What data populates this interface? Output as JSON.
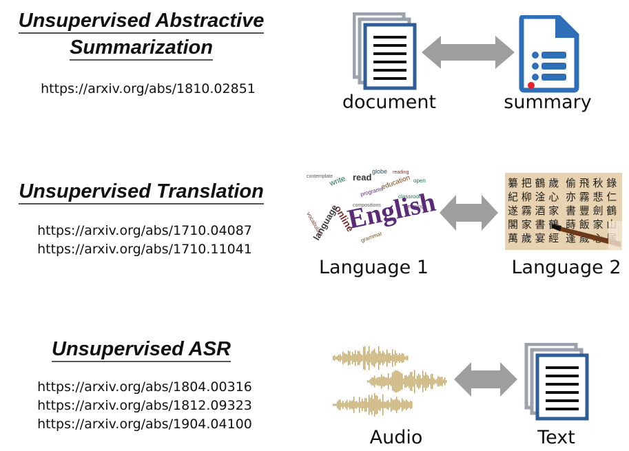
{
  "rows": [
    {
      "title_line1": "Unsupervised Abstractive",
      "title_line2": "Summarization",
      "links": [
        "https://arxiv.org/abs/1810.02851"
      ],
      "left_caption": "document",
      "right_caption": "summary"
    },
    {
      "title": "Unsupervised Translation",
      "links": [
        "https://arxiv.org/abs/1710.04087",
        "https://arxiv.org/abs/1710.11041"
      ],
      "left_caption": "Language 1",
      "right_caption": "Language 2",
      "word_cloud": {
        "main_word": "English",
        "words": [
          "write",
          "read",
          "online",
          "language",
          "education",
          "classroom",
          "globe",
          "programs",
          "vocabulary",
          "grammar",
          "open",
          "contemplate",
          "compositions",
          "reading",
          "learning"
        ]
      },
      "colors": {
        "main_word": "#5b2b7a",
        "accent": "#1f6b4e"
      }
    },
    {
      "title": "Unsupervised ASR",
      "links": [
        "https://arxiv.org/abs/1804.00316",
        "https://arxiv.org/abs/1812.09323",
        "https://arxiv.org/abs/1904.04100"
      ],
      "left_caption": "Audio",
      "right_caption": "Text"
    }
  ],
  "colors": {
    "arrow": "#9e9e9e",
    "doc_border": "#2f5d9a",
    "doc_back": "#9aa3ad",
    "summary_blue": "#2f6fb8",
    "audio": "#d4a22a"
  }
}
